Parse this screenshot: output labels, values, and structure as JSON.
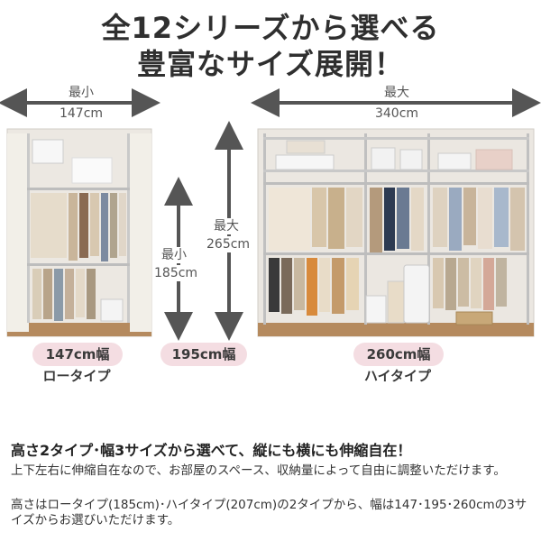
{
  "header": {
    "line1": "全12シリーズから選べる",
    "line2": "豊富なサイズ展開！"
  },
  "left_panel": {
    "width_caption": "最小",
    "width_value": "147cm",
    "badge": "147cm幅",
    "type_label": "ロータイプ"
  },
  "middle": {
    "height_caption": "最小",
    "height_value": "185cm",
    "badge": "195cm幅"
  },
  "tall": {
    "height_caption": "最大",
    "height_value": "265cm"
  },
  "right_panel": {
    "width_caption": "最大",
    "width_value": "340cm",
    "badge": "260cm幅",
    "type_label": "ハイタイプ"
  },
  "description": {
    "headline": "高さ2タイプ･幅3サイズから選べて、縦にも横にも伸縮自在！",
    "paragraph1": "上下左右に伸縮自在なので、お部屋のスペース、収納量によって自由に調整いただけます。",
    "paragraph2": "高さはロータイプ(185cm)･ハイタイプ(207cm)の2タイプから、幅は147･195･260cmの3サイズからお選びいただけます。"
  },
  "colors": {
    "arrow": "#555555",
    "badge_bg": "#f4dde2",
    "frame": "#bfbfbf"
  }
}
